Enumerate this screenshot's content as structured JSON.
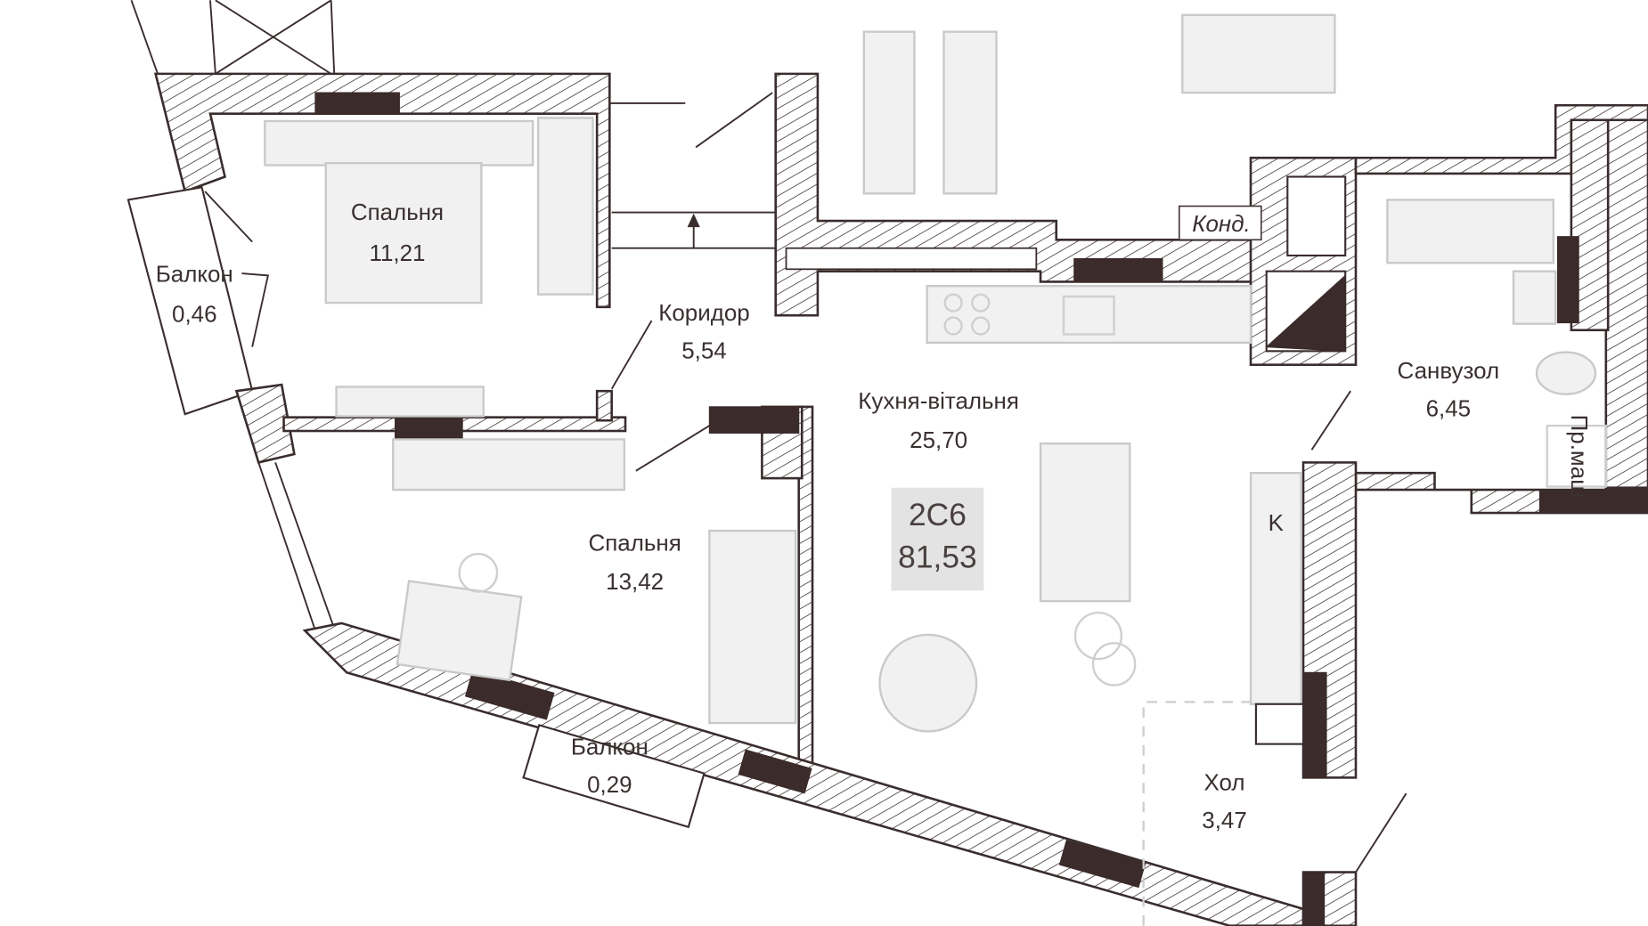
{
  "plan": {
    "unit_code": "2С6",
    "total_area": "81,53",
    "rooms": [
      {
        "name": "Спальня",
        "area": "11,21"
      },
      {
        "name": "Балкон",
        "area": "0,46"
      },
      {
        "name": "Коридор",
        "area": "5,54"
      },
      {
        "name": "Кухня-вітальня",
        "area": "25,70"
      },
      {
        "name": "Санвузол",
        "area": "6,45"
      },
      {
        "name": "Спальня",
        "area": "13,42"
      },
      {
        "name": "Балкон",
        "area": "0,29"
      },
      {
        "name": "Хол",
        "area": "3,47"
      }
    ],
    "labels": {
      "ac": "Конд.",
      "closet": "K",
      "washing_machine": "Пр.маш"
    },
    "colors": {
      "wall_outline": "#3a2d2d",
      "wall_solid": "#3b2b2b",
      "furniture": "#c9c9c9",
      "badge": "#e3e3e3"
    }
  }
}
